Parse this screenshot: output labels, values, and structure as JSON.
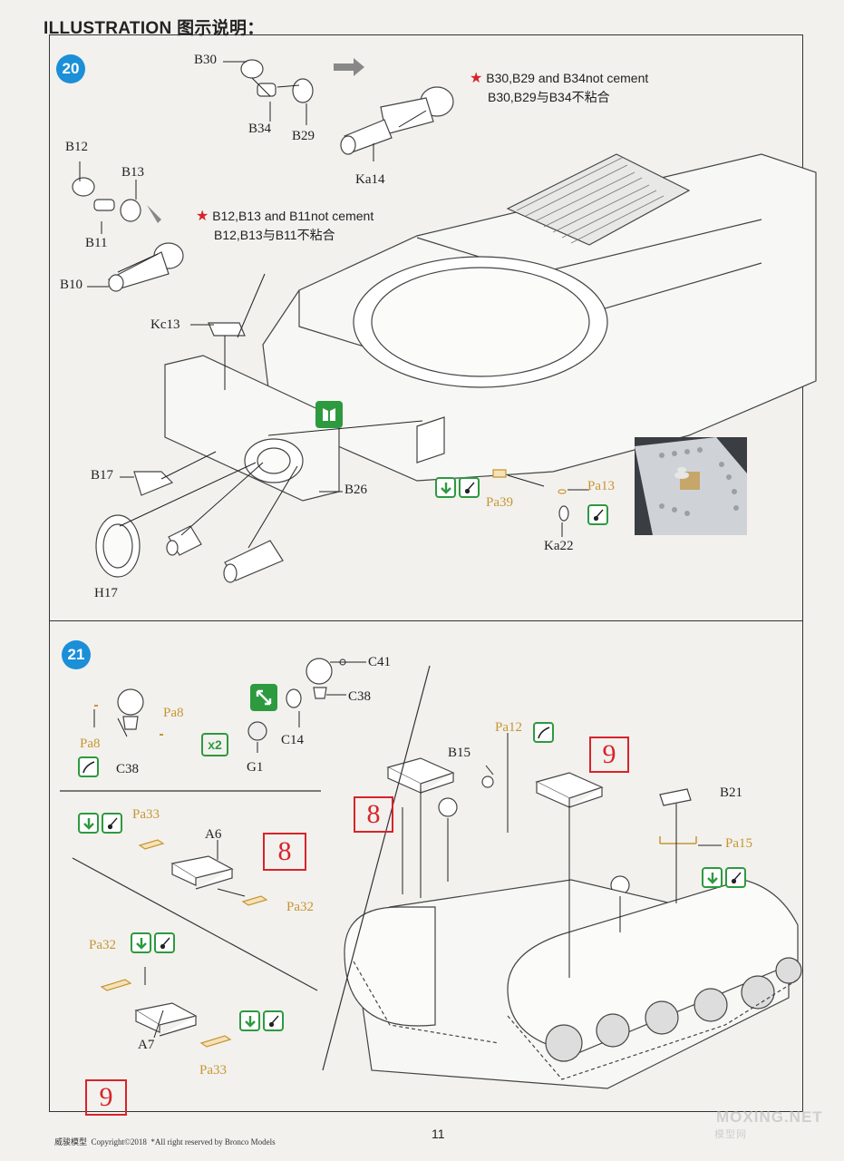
{
  "header": {
    "title": "ILLUSTRATION 图示说明："
  },
  "step20": {
    "number": "20",
    "note1": {
      "line1": "B30,B29 and B34not cement",
      "line2": "B30,B29与B34不粘合"
    },
    "note2": {
      "line1": "B12,B13 and B11not cement",
      "line2": "B12,B13与B11不粘合"
    },
    "parts": [
      "B30",
      "B34",
      "B29",
      "Ka14",
      "B12",
      "B13",
      "B11",
      "B10",
      "Kc13",
      "B17",
      "B26",
      "H17",
      "Ka22"
    ],
    "etched_parts": [
      "Pa39",
      "Pa13"
    ]
  },
  "step21": {
    "number": "21",
    "times_label": "x2",
    "parts": [
      "C41",
      "C38",
      "C14",
      "G1",
      "C38",
      "B15",
      "B21",
      "A6",
      "A7"
    ],
    "etched_parts": [
      "Pa8",
      "Pa8",
      "Pa12",
      "Pa15",
      "Pa33",
      "Pa32",
      "Pa32",
      "Pa33"
    ],
    "callouts": [
      "8",
      "9",
      "8",
      "9"
    ]
  },
  "footer": {
    "brand": "威骏模型",
    "copyright": "Copyright©2018",
    "rights": "*All right reserved by Bronco Models",
    "page": "11"
  },
  "watermark": {
    "main": "MOXING.NET",
    "sub": "模型网"
  },
  "colors": {
    "badge": "#1b8fd8",
    "etched": "#c79530",
    "callout": "#d8232a",
    "icon": "#2d9a3f"
  },
  "icons": [
    "cement-icon",
    "bend-icon",
    "paint-icon",
    "scale-icon",
    "star-icon"
  ]
}
